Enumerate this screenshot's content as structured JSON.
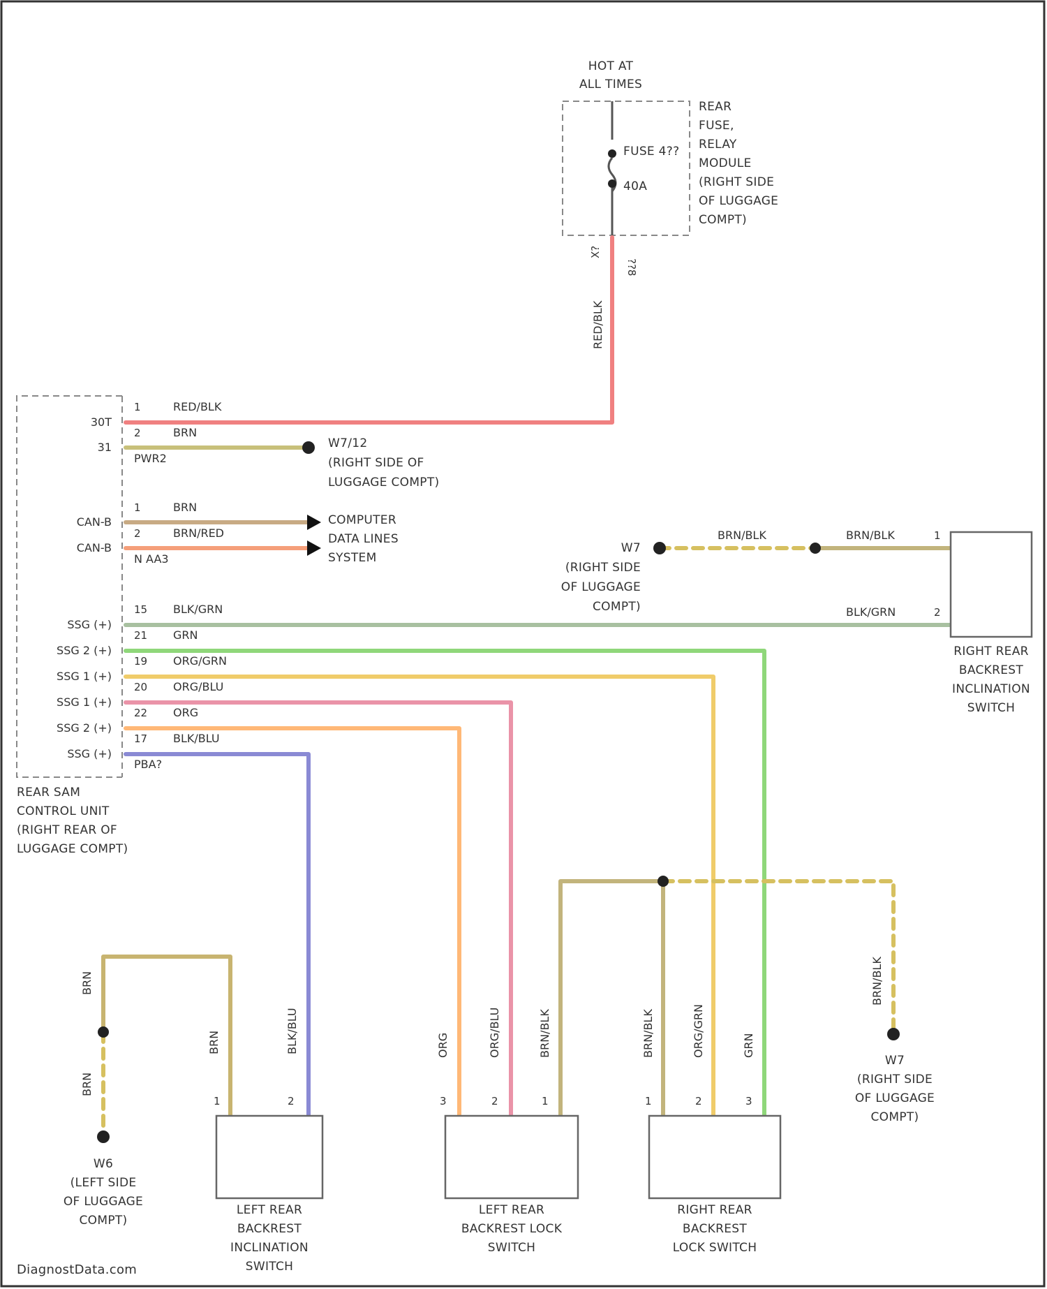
{
  "top": {
    "hot_line1": "HOT AT",
    "hot_line2": "ALL TIMES",
    "fuse_label": "FUSE 4??",
    "fuse_amp": "40A",
    "fuse_box_lines": [
      "REAR",
      "FUSE,",
      "RELAY",
      "MODULE",
      "(RIGHT SIDE",
      "OF LUGGAGE",
      "COMPT)"
    ],
    "fuse_pin_left": "X?",
    "fuse_pin_right": "??8"
  },
  "control_unit": {
    "name_lines": [
      "REAR SAM",
      "CONTROL UNIT",
      "(RIGHT REAR OF",
      "LUGGAGE COMPT)"
    ],
    "side_labels": [
      "30T",
      "31",
      "CAN-B",
      "CAN-B",
      "SSG (+)",
      "SSG 2 (+)",
      "SSG 1 (+)",
      "SSG 1 (+)",
      "SSG 2 (+)",
      "SSG (+)"
    ],
    "pins": [
      "1",
      "2",
      "",
      "1",
      "2",
      "",
      "15",
      "21",
      "19",
      "20",
      "22",
      "17",
      ""
    ],
    "wire_labels": [
      "RED/BLK",
      "BRN",
      "PWR2",
      "BRN",
      "BRN/RED",
      "N AA3",
      "BLK/GRN",
      "GRN",
      "ORG/GRN",
      "ORG/BLU",
      "ORG",
      "BLK/BLU",
      "PBA?"
    ]
  },
  "ground_w12": {
    "name": "W7/12",
    "desc_lines": [
      "(RIGHT SIDE OF",
      "LUGGAGE COMPT)"
    ]
  },
  "computer_lines": [
    "COMPUTER",
    "DATA LINES",
    "SYSTEM"
  ],
  "ground_w7_mid": {
    "name": "W7",
    "desc_lines": [
      "(RIGHT SIDE",
      "OF LUGGAGE",
      "COMPT)"
    ],
    "wire_label_a": "BRN/BLK",
    "wire_label_b": "BRN/BLK"
  },
  "right_switch": {
    "pin1": "1",
    "pin2": "2",
    "wire_label": "BLK/GRN",
    "name_lines": [
      "RIGHT REAR",
      "BACKREST",
      "INCLINATION",
      "SWITCH"
    ]
  },
  "bottom": {
    "left_ground": {
      "name": "W6",
      "desc_lines": [
        "(LEFT SIDE",
        "OF LUGGAGE",
        "COMPT)"
      ],
      "wire_upper": "BRN",
      "wire_lower": "BRN"
    },
    "right_ground": {
      "name": "W7",
      "desc_lines": [
        "(RIGHT SIDE",
        "OF LUGGAGE",
        "COMPT)"
      ],
      "wire": "BRN/BLK"
    },
    "sw1": {
      "wires": [
        "BRN",
        "BLK/BLU"
      ],
      "pins": [
        "1",
        "2"
      ],
      "name_lines": [
        "LEFT REAR",
        "BACKREST",
        "INCLINATION",
        "SWITCH"
      ]
    },
    "sw2": {
      "wires": [
        "ORG",
        "ORG/BLU",
        "BRN/BLK"
      ],
      "pins": [
        "3",
        "2",
        "1"
      ],
      "name_lines": [
        "LEFT REAR",
        "BACKREST LOCK",
        "SWITCH"
      ]
    },
    "sw3": {
      "wires": [
        "BRN/BLK",
        "ORG/GRN",
        "GRN"
      ],
      "pins": [
        "1",
        "2",
        "3"
      ],
      "name_lines": [
        "RIGHT REAR",
        "BACKREST",
        "LOCK SWITCH"
      ]
    }
  },
  "watermark": "DiagnostData.com",
  "colors": {
    "red": "#f08080",
    "brn": "#c2b47c",
    "brn_dashed": "#d6c060",
    "can_red": "#f59f7a",
    "blkgrn": "#a8c0a0",
    "grn": "#8fd77a",
    "orggrn": "#f0cc6a",
    "orgblu": "#ea93a8",
    "org": "#ffb877",
    "blkblu": "#8a8ad4"
  }
}
